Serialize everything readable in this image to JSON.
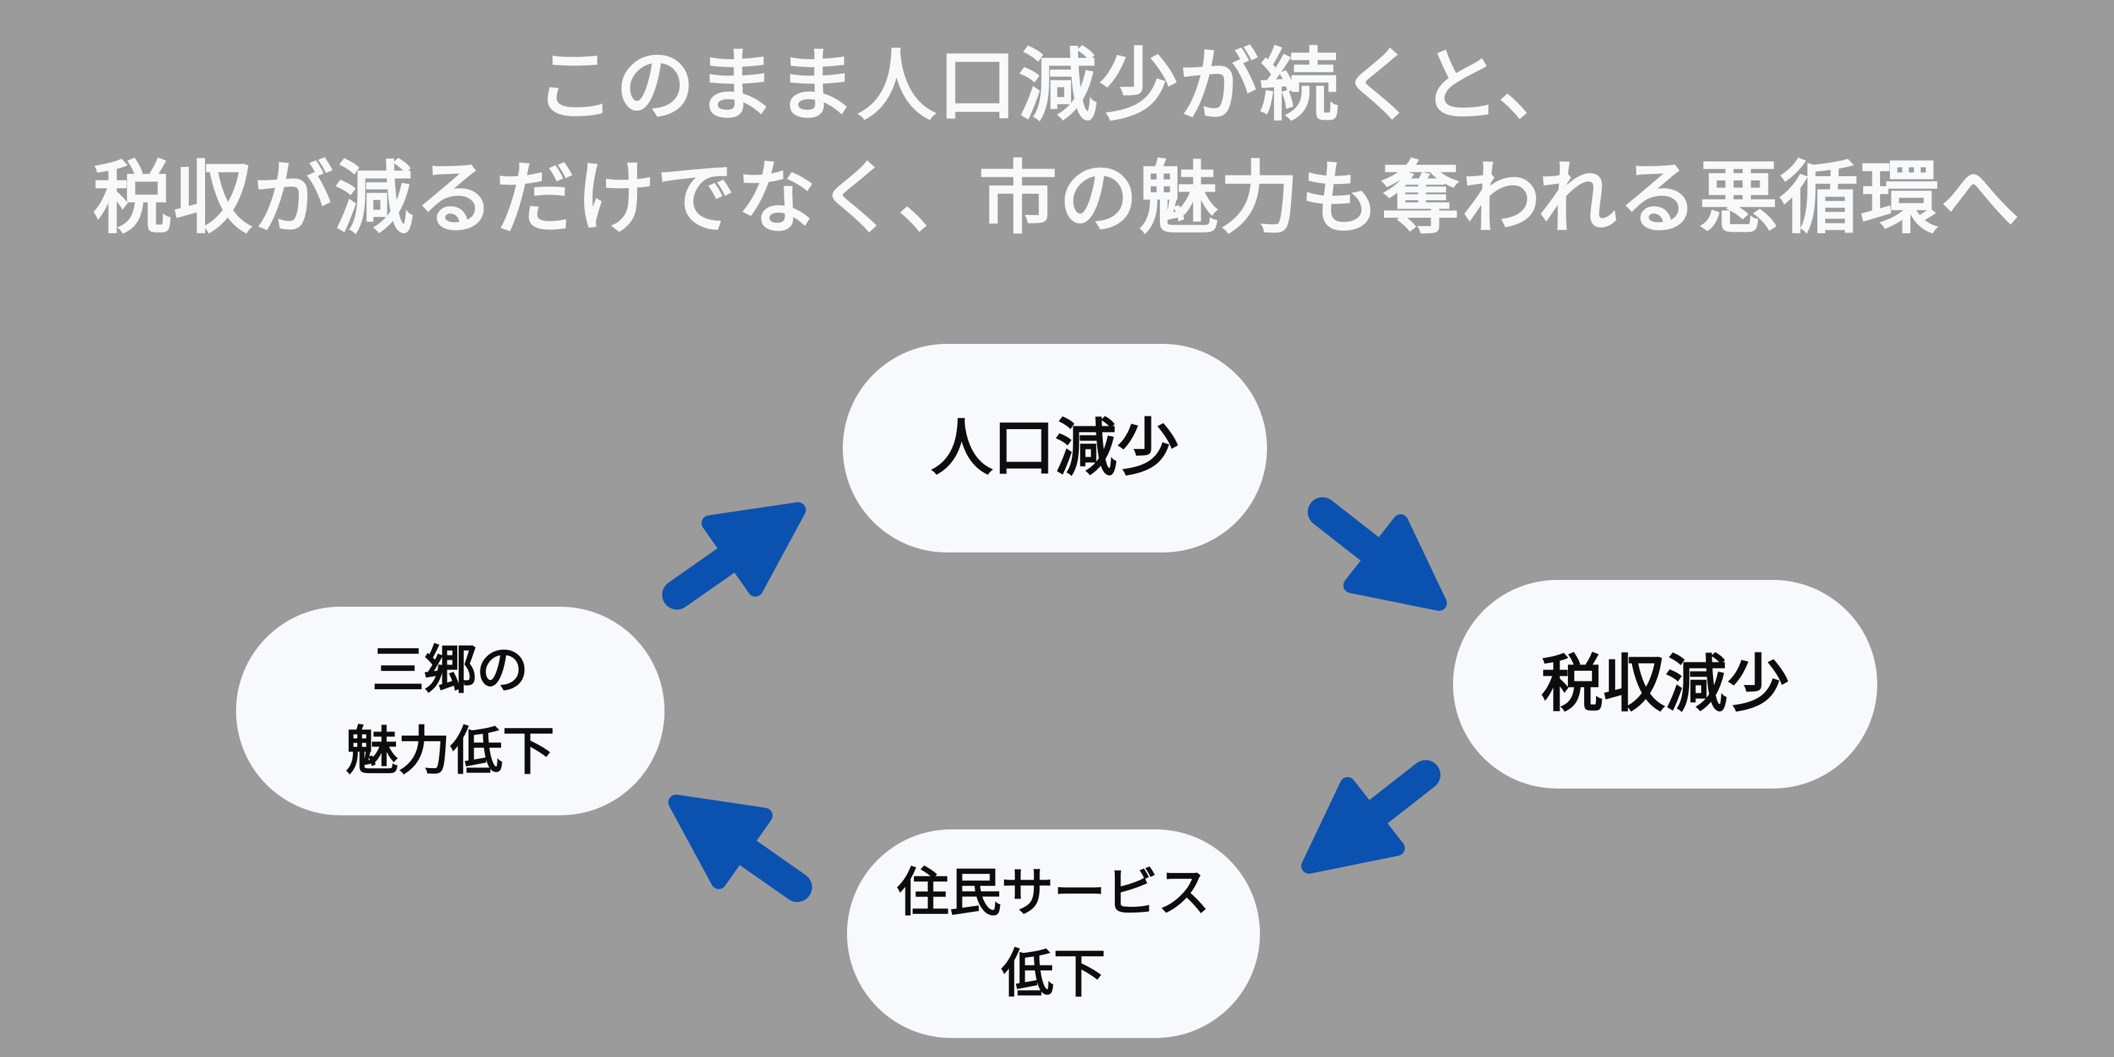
{
  "title": {
    "line1": "このまま人口減少が続くと、",
    "line2": "税収が減るだけでなく、市の魅力も奪われる悪循環へ"
  },
  "diagram": {
    "type": "cycle",
    "nodes": [
      {
        "id": "population-decline",
        "label": "人口減少",
        "lines": [
          "人口減少"
        ],
        "position": "top"
      },
      {
        "id": "tax-revenue-decline",
        "label": "税収減少",
        "lines": [
          "税収減少"
        ],
        "position": "right"
      },
      {
        "id": "resident-service-decline",
        "label": "住民サービス低下",
        "lines": [
          "住民サービス",
          "低下"
        ],
        "position": "bottom"
      },
      {
        "id": "misato-appeal-decline",
        "label": "三郷の魅力低下",
        "lines": [
          "三郷の",
          "魅力低下"
        ],
        "position": "left"
      }
    ],
    "arrows": [
      {
        "from": "population-decline",
        "to": "tax-revenue-decline",
        "direction": "down-right"
      },
      {
        "from": "tax-revenue-decline",
        "to": "resident-service-decline",
        "direction": "down-left"
      },
      {
        "from": "resident-service-decline",
        "to": "misato-appeal-decline",
        "direction": "up-left"
      },
      {
        "from": "misato-appeal-decline",
        "to": "population-decline",
        "direction": "up-right"
      }
    ]
  },
  "colors": {
    "background": "#9B9B9B",
    "node_fill": "#F8F9FC",
    "node_text": "#0D0D0D",
    "title_text": "#F8F9FB",
    "arrow": "#0B51B0"
  }
}
